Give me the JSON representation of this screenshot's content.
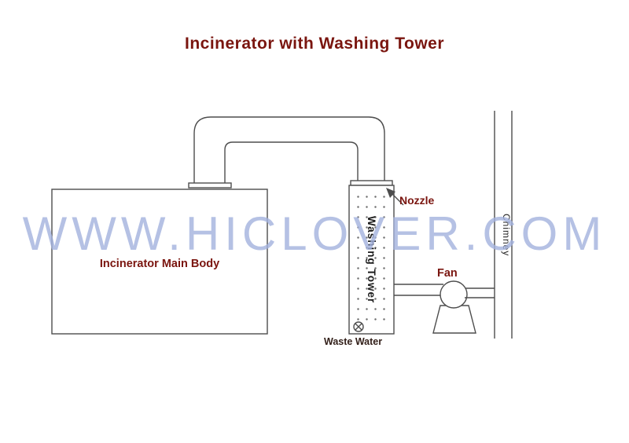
{
  "title": "Incinerator with Washing Tower",
  "watermark": "WWW.HICLOVER.COM",
  "diagram": {
    "incinerator_label": "Incinerator Main Body",
    "washing_tower_label": "Washing Tower",
    "nozzle_label": "Nozzle",
    "waste_water_label": "Waste Water",
    "fan_label": "Fan",
    "chimney_label": "Chimney"
  },
  "colors": {
    "heading": "#7a150f",
    "label_dark": "#33201a",
    "tower_text": "#1b1b1b",
    "line": "#4d4d4d",
    "watermark": "#a3b2de",
    "dots": "#707070"
  }
}
